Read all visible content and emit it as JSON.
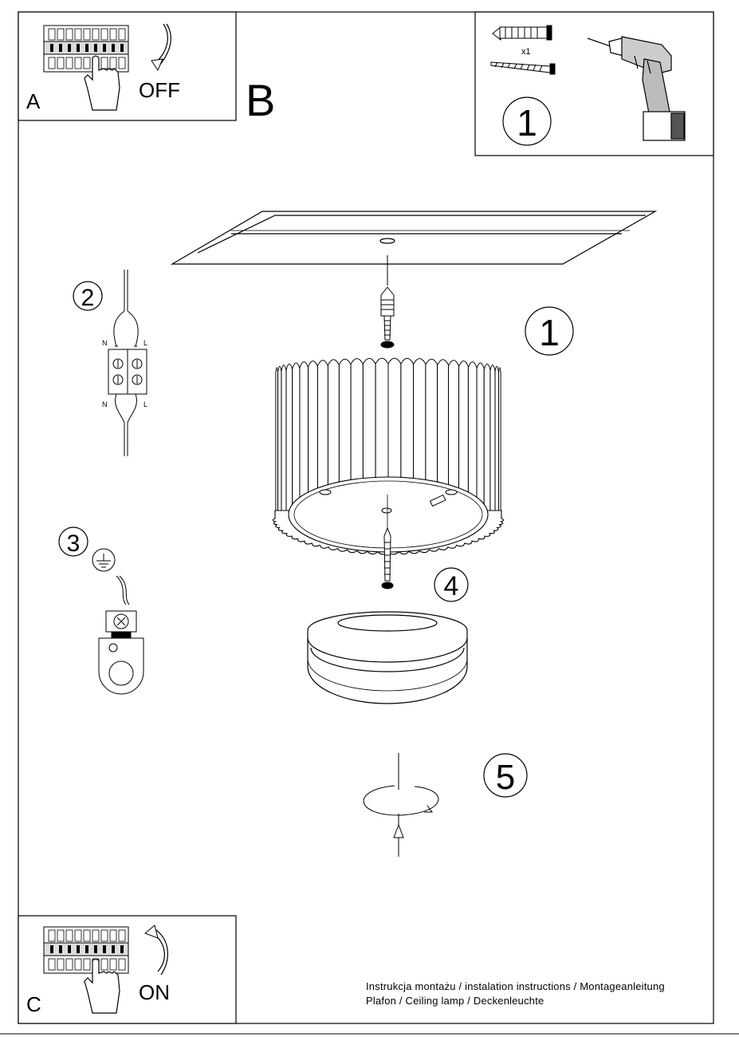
{
  "panels": {
    "a": {
      "letter": "A",
      "action": "OFF"
    },
    "b": {
      "letter": "B"
    },
    "c": {
      "letter": "C",
      "action": "ON"
    }
  },
  "tools": {
    "quantity": "x1",
    "step": "1"
  },
  "steps": [
    {
      "number": "1"
    },
    {
      "number": "2"
    },
    {
      "number": "3"
    },
    {
      "number": "4"
    },
    {
      "number": "5"
    }
  ],
  "terminal": {
    "top_left": "N",
    "top_right": "L",
    "bottom_left": "N",
    "bottom_right": "L"
  },
  "caption": {
    "line1": "Instrukcja montażu / instalation instructions / Montageanleitung",
    "line2": "Plafon / Ceiling lamp / Deckenleuchte"
  }
}
